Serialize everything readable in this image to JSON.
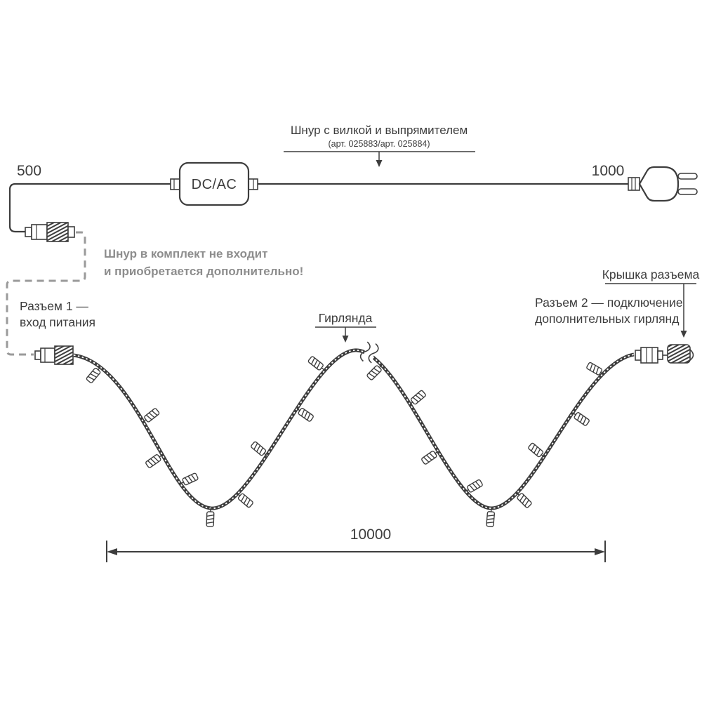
{
  "diagram": {
    "cord": {
      "label": "Шнур с вилкой и выпрямителем",
      "articles": "(арт. 025883/арт. 025884)",
      "length_left": "500",
      "length_right": "1000",
      "converter": "DC/AC"
    },
    "note": {
      "line1": "Шнур в комплект не входит",
      "line2": "и приобретается дополнительно!"
    },
    "connector1": {
      "line1": "Разъем 1 —",
      "line2": "вход питания"
    },
    "garland": {
      "label": "Гирлянда",
      "total_length": "10000"
    },
    "connector2": {
      "line1": "Разъем 2 — подключение",
      "line2": "дополнительных гирлянд",
      "cap_label": "Крышка разъема"
    },
    "colors": {
      "line": "#3d3d3d",
      "note_text": "#8d8d8d"
    }
  }
}
